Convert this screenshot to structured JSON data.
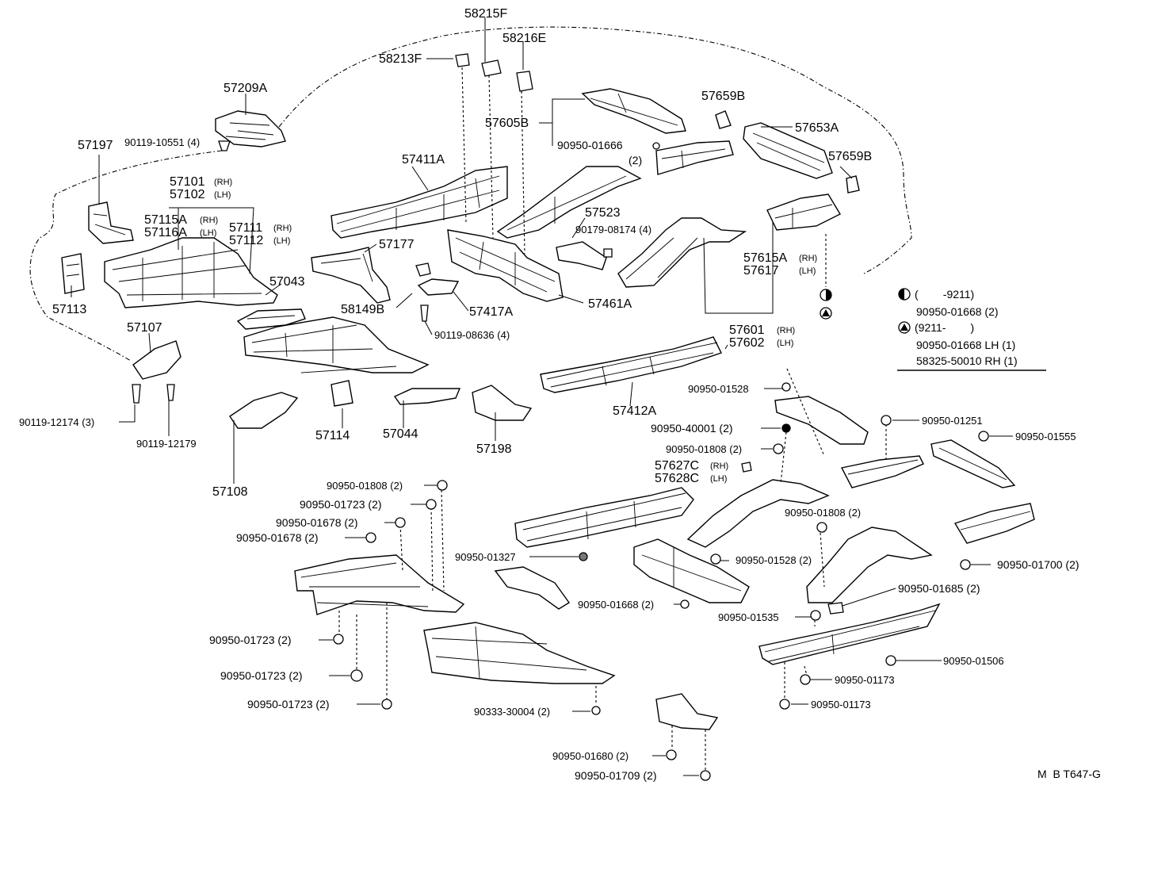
{
  "diagram": {
    "labels": {
      "l58215F": "58215F",
      "l58216E": "58216E",
      "l58213F": "58213F",
      "l57209A": "57209A",
      "l57605B": "57605B",
      "l90950_01666": "90950-01666",
      "l90950_01666_qty": "(2)",
      "l57659B_top": "57659B",
      "l57653A": "57653A",
      "l57659B_right": "57659B",
      "l57197": "57197",
      "l90119_10551": "90119-10551 (4)",
      "l57411A": "57411A",
      "l57101": "57101",
      "l57101_side": "(RH)",
      "l57102": "57102",
      "l57102_side": "(LH)",
      "l57115A": "57115A",
      "l57115A_side": "(RH)",
      "l57116A": "57116A",
      "l57116A_side": "(LH)",
      "l57111": "57111",
      "l57111_side": "(RH)",
      "l57112": "57112",
      "l57112_side": "(LH)",
      "l57523": "57523",
      "l90179_08174": "90179-08174 (4)",
      "l57177": "57177",
      "l57615A": "57615A",
      "l57615A_side": "(RH)",
      "l57617": "57617",
      "l57617_side": "(LH)",
      "l57113": "57113",
      "l57043": "57043",
      "l58149B": "58149B",
      "l57417A": "57417A",
      "l57461A": "57461A",
      "l90119_08636": "90119-08636 (4)",
      "l57107": "57107",
      "l57601": "57601",
      "l57601_side": "(RH)",
      "l57602": "57602",
      "l57602_side": "(LH)",
      "l90119_12174": "90119-12174 (3)",
      "l90119_12179": "90119-12179",
      "l57114": "57114",
      "l57044": "57044",
      "l57198": "57198",
      "l57412A": "57412A",
      "l57108": "57108",
      "l90950_01528_top": "90950-01528",
      "l90950_40001": "90950-40001 (2)",
      "l90950_01808_a": "90950-01808 (2)",
      "l57627C": "57627C",
      "l57627C_side": "(RH)",
      "l57628C": "57628C",
      "l57628C_side": "(LH)",
      "l90950_01251": "90950-01251",
      "l90950_01555": "90950-01555",
      "l90950_01808_b": "90950-01808 (2)",
      "l90950_01723_a": "90950-01723 (2)",
      "l90950_01678_a": "90950-01678 (2)",
      "l90950_01678_b": "90950-01678 (2)",
      "l90950_01808_c": "90950-01808 (2)",
      "l90950_01327": "90950-01327",
      "l90950_01528_mid": "90950-01528 (2)",
      "l90950_01700": "90950-01700 (2)",
      "l90950_01668_bot": "90950-01668 (2)",
      "l90950_01535": "90950-01535",
      "l90950_01685": "90950-01685 (2)",
      "l90950_01723_b": "90950-01723 (2)",
      "l90950_01506": "90950-01506",
      "l90950_01723_c": "90950-01723 (2)",
      "l90950_01173_a": "90950-01173",
      "l90950_01723_d": "90950-01723 (2)",
      "l90950_01173_b": "90950-01173",
      "l90333_30004": "90333-30004 (2)",
      "l90950_01680": "90950-01680 (2)",
      "l90950_01709": "90950-01709 (2)",
      "figure_code": "M  B T647-G"
    },
    "legend": {
      "row1_range": "(        -9211)",
      "row1_part": "90950-01668 (2)",
      "row2_range": "(9211-        )",
      "row2_part_a": "90950-01668 LH (1)",
      "row2_part_b": "58325-50010 RH (1)"
    }
  }
}
